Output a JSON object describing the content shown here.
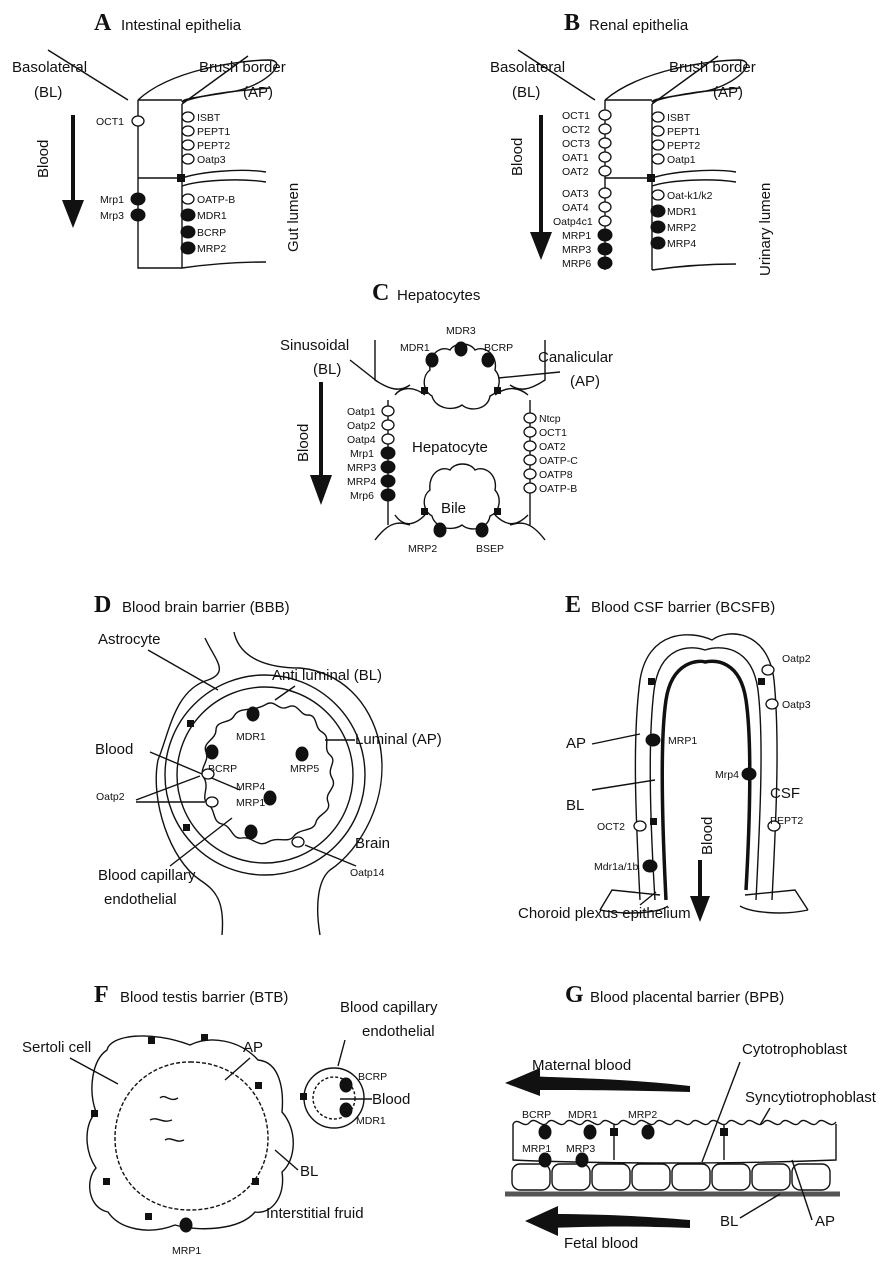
{
  "panels": {
    "A": {
      "letter": "A",
      "title": "Intestinal epithelia",
      "labels": {
        "basolateral": "Basolateral",
        "bl": "(BL)",
        "brush": "Brush border",
        "ap": "(AP)",
        "blood": "Blood",
        "lumen": "Gut lumen"
      },
      "left_transporters": [
        "OCT1",
        "Mrp1",
        "Mrp3"
      ],
      "right_transporters": [
        "ISBT",
        "PEPT1",
        "PEPT2",
        "Oatp3",
        "OATP-B",
        "MDR1",
        "BCRP",
        "MRP2"
      ]
    },
    "B": {
      "letter": "B",
      "title": "Renal epithelia",
      "labels": {
        "basolateral": "Basolateral",
        "bl": "(BL)",
        "brush": "Brush border",
        "ap": "(AP)",
        "blood": "Blood",
        "lumen": "Urinary lumen"
      },
      "left_transporters": [
        "OCT1",
        "OCT2",
        "OCT3",
        "OAT1",
        "OAT2",
        "OAT3",
        "OAT4",
        "Oatp4c1",
        "MRP1",
        "MRP3",
        "MRP6"
      ],
      "right_transporters": [
        "ISBT",
        "PEPT1",
        "PEPT2",
        "Oatp1",
        "Oat-k1/k2",
        "MDR1",
        "MRP2",
        "MRP4"
      ]
    },
    "C": {
      "letter": "C",
      "title": "Hepatocytes",
      "labels": {
        "sinusoidal": "Sinusoidal",
        "bl": "(BL)",
        "canalicular": "Canalicular",
        "ap": "(AP)",
        "blood": "Blood",
        "hepatocyte": "Hepatocyte",
        "bile": "Bile"
      },
      "top_transporters": [
        "MDR1",
        "MDR3",
        "BCRP"
      ],
      "left_transporters": [
        "Oatp1",
        "Oatp2",
        "Oatp4",
        "Mrp1",
        "MRP3",
        "MRP4",
        "Mrp6"
      ],
      "right_transporters": [
        "Ntcp",
        "OCT1",
        "OAT2",
        "OATP-C",
        "OATP8",
        "OATP-B"
      ],
      "bottom_transporters": [
        "MRP2",
        "BSEP"
      ]
    },
    "D": {
      "letter": "D",
      "title": "Blood brain barrier (BBB)",
      "labels": {
        "astrocyte": "Astrocyte",
        "antiluminal": "Anti luminal (BL)",
        "luminal": "Luminal (AP)",
        "blood": "Blood",
        "brain": "Brain",
        "capillary": "Blood capillary",
        "endothelial": "endothelial"
      },
      "transporters": [
        "MDR1",
        "BCRP",
        "MRP5",
        "MRP4",
        "MRP1",
        "Oatp2",
        "Oatp14"
      ]
    },
    "E": {
      "letter": "E",
      "title": "Blood CSF barrier (BCSFB)",
      "labels": {
        "ap": "AP",
        "bl": "BL",
        "csf": "CSF",
        "blood": "Blood",
        "choroid": "Choroid plexus epithelium"
      },
      "transporters": [
        "Oatp2",
        "Oatp3",
        "MRP1",
        "Mrp4",
        "OCT2",
        "PEPT2",
        "Mdr1a/1b"
      ]
    },
    "F": {
      "letter": "F",
      "title": "Blood testis barrier (BTB)",
      "labels": {
        "sertoli": "Sertoli cell",
        "ap": "AP",
        "bl": "BL",
        "capillary": "Blood capillary",
        "endothelial": "endothelial",
        "blood": "Blood",
        "interstitial": "Interstitial fruid"
      },
      "transporters": [
        "BCRP",
        "MDR1",
        "MRP1"
      ]
    },
    "G": {
      "letter": "G",
      "title": "Blood placental barrier (BPB)",
      "labels": {
        "maternal": "Maternal blood",
        "cyto": "Cytotrophoblast",
        "syncytio": "Syncytiotrophoblast",
        "bl": "BL",
        "ap": "AP",
        "fetal": "Fetal blood"
      },
      "transporters": [
        "BCRP",
        "MDR1",
        "MRP2",
        "MRP1",
        "MRP3"
      ]
    }
  }
}
